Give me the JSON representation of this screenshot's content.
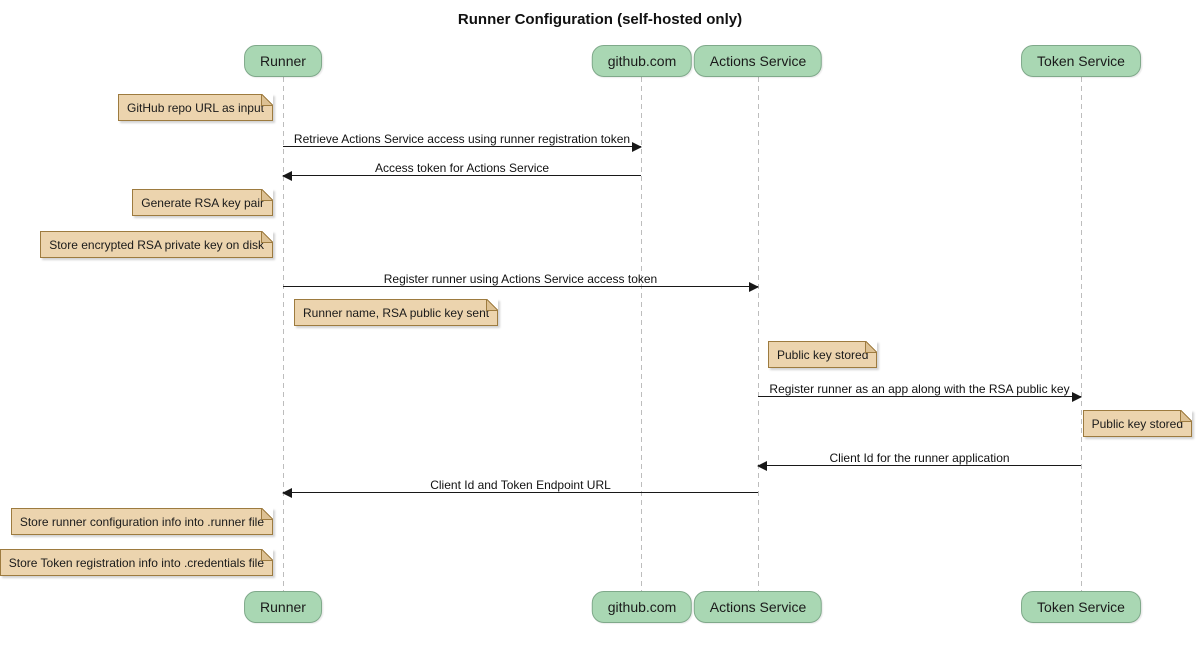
{
  "title": "Runner Configuration (self-hosted only)",
  "actors": [
    {
      "id": "runner",
      "label": "Runner"
    },
    {
      "id": "github",
      "label": "github.com"
    },
    {
      "id": "actions-service",
      "label": "Actions Service"
    },
    {
      "id": "token-service",
      "label": "Token Service"
    }
  ],
  "messages": [
    {
      "label": "Retrieve Actions Service access using runner registration token",
      "from": "Runner",
      "to": "github.com",
      "direction": "right"
    },
    {
      "label": "Access token for Actions Service",
      "from": "github.com",
      "to": "Runner",
      "direction": "left"
    },
    {
      "label": "Register runner using Actions Service access token",
      "from": "Runner",
      "to": "Actions Service",
      "direction": "right"
    },
    {
      "label": "Register runner as an app along with the RSA public key",
      "from": "Actions Service",
      "to": "Token Service",
      "direction": "right"
    },
    {
      "label": "Client Id for the runner application",
      "from": "Token Service",
      "to": "Actions Service",
      "direction": "left"
    },
    {
      "label": "Client Id and Token Endpoint URL",
      "from": "Actions Service",
      "to": "Runner",
      "direction": "left"
    }
  ],
  "notes": [
    {
      "label": "GitHub repo URL as input",
      "anchor": "Runner"
    },
    {
      "label": "Generate RSA key pair",
      "anchor": "Runner"
    },
    {
      "label": "Store encrypted RSA private key on disk",
      "anchor": "Runner"
    },
    {
      "label": "Runner name, RSA public key sent",
      "anchor": "Runner"
    },
    {
      "label": "Public key stored",
      "anchor": "Actions Service"
    },
    {
      "label": "Public key stored",
      "anchor": "Token Service"
    },
    {
      "label": "Store runner configuration info into .runner file",
      "anchor": "Runner"
    },
    {
      "label": "Store Token registration info into .credentials file",
      "anchor": "Runner"
    }
  ],
  "colors": {
    "actor_fill": "#A9D7B3",
    "actor_border": "#7FA98A",
    "note_fill": "#ECD4AE",
    "note_border": "#9D7B3F",
    "note_fold": "#DDC193",
    "lifeline": "#BDBDBD",
    "message": "#181818"
  }
}
